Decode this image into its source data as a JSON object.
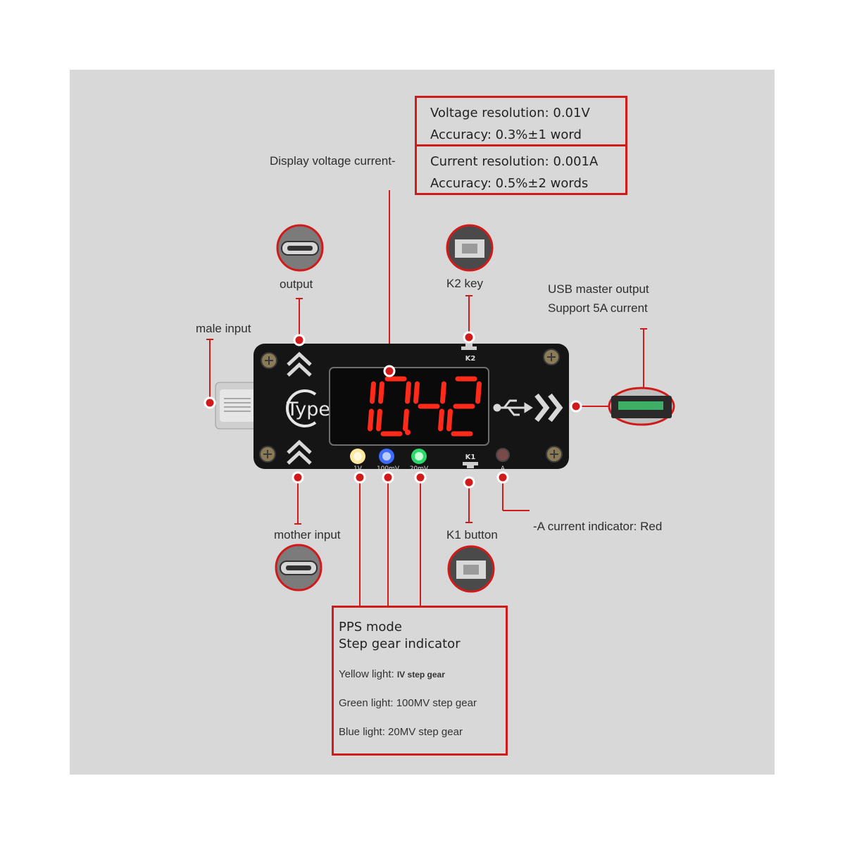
{
  "labels": {
    "display": "Display voltage current-",
    "output": "output",
    "male_input": "male input",
    "k2_key": "K2 key",
    "usb_line1": "USB master output",
    "usb_line2": "Support 5A current",
    "mother_input": "mother input",
    "k1_button": "K1 button",
    "a_indicator": "-A current indicator: Red"
  },
  "spec_voltage": {
    "resolution": "Voltage resolution: 0.01V",
    "accuracy": "Accuracy: 0.3%±1 word"
  },
  "spec_current": {
    "resolution": "Current resolution: 0.001A",
    "accuracy": "Accuracy: 0.5%±2 words"
  },
  "pps": {
    "title1": "PPS mode",
    "title2": "Step gear indicator",
    "yellow_prefix": "Yellow light:",
    "yellow_suffix": "IV step gear",
    "green": "Green light: 100MV step gear",
    "blue": "Blue light: 20MV step gear"
  },
  "device": {
    "reading": "10.42",
    "brand": "Type",
    "led_labels": [
      "1V",
      "100mV",
      "20mV"
    ],
    "k1_label": "K1",
    "k2_label": "K2",
    "a_label": "A"
  },
  "colors": {
    "accent_red": "#d11a1a",
    "segment_red": "#ff2a1a",
    "led_yellow": "#ffe9a0",
    "led_blue": "#3d6bff",
    "led_green": "#2bd86a"
  }
}
